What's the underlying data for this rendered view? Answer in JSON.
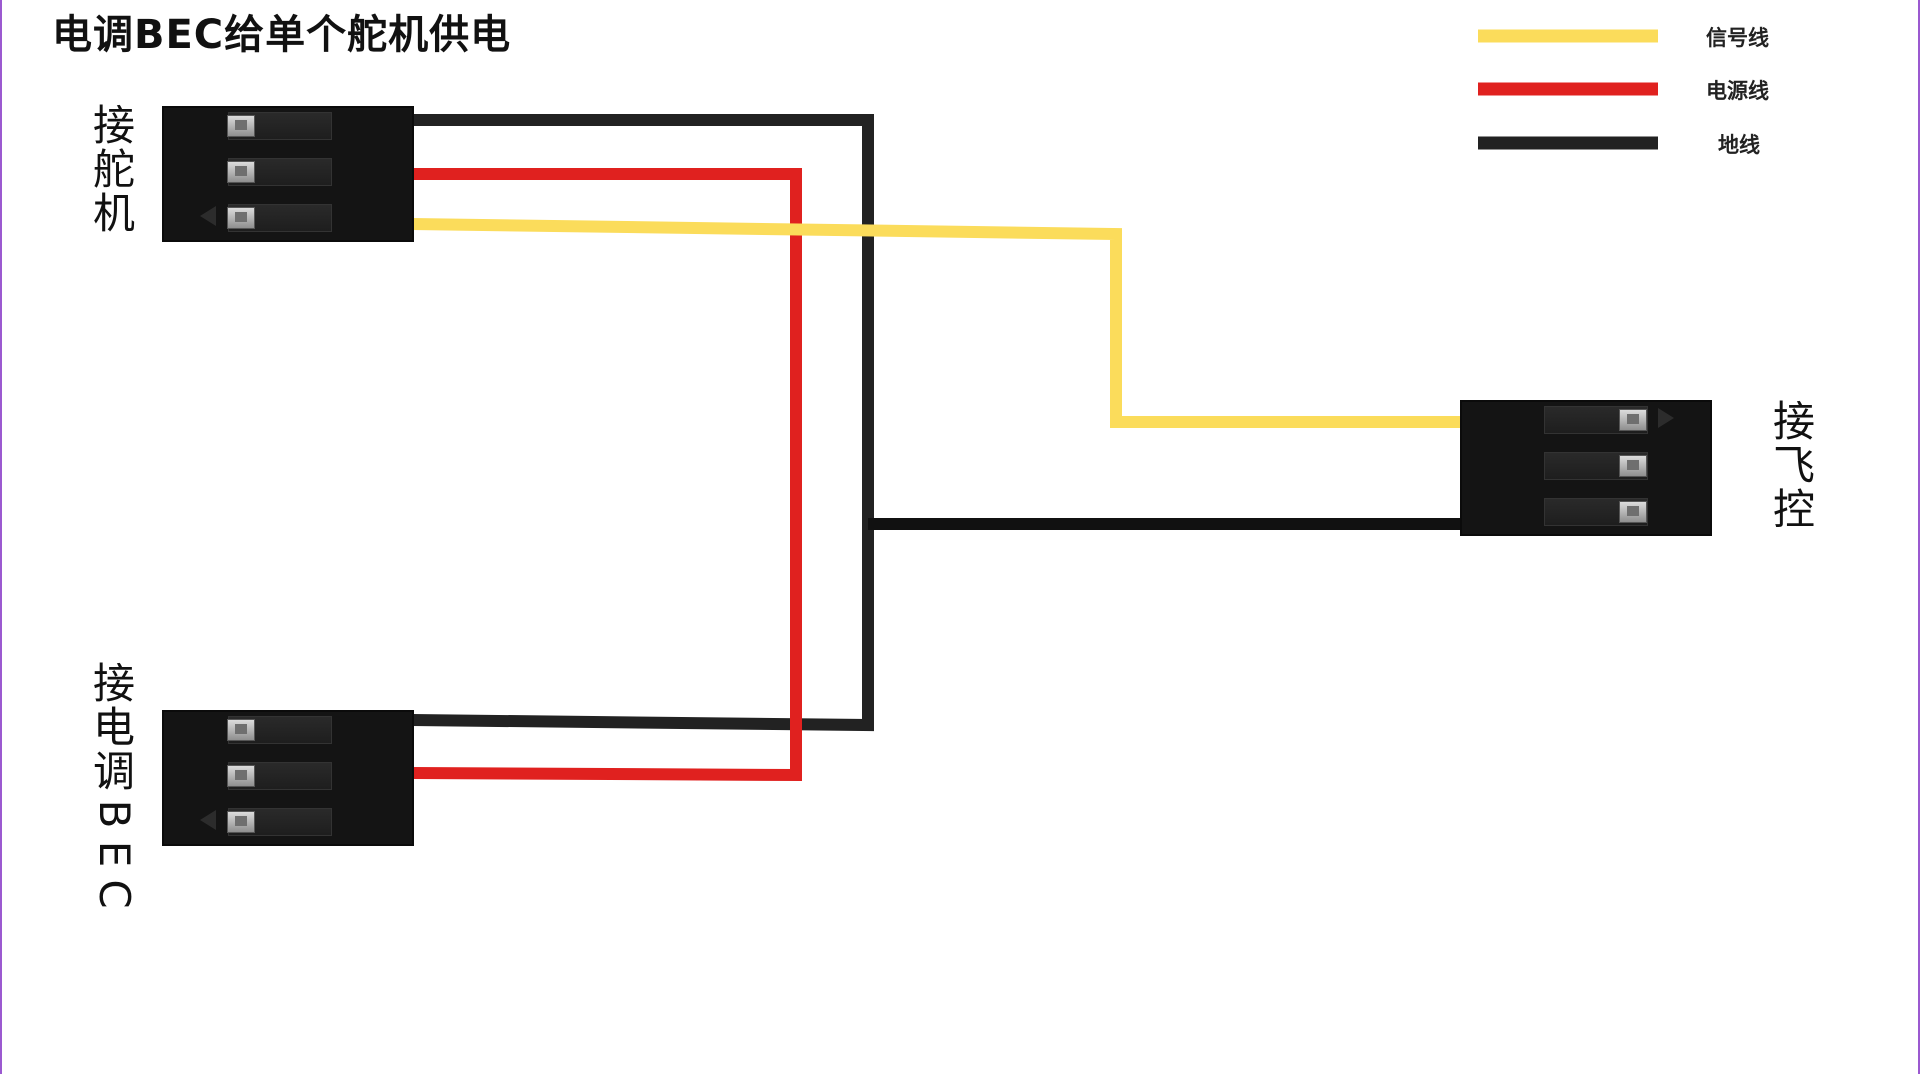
{
  "title": "电调BEC给单个舵机供电",
  "connectors": {
    "servo_label": [
      "接",
      "舵",
      "机"
    ],
    "bec_label": [
      "接",
      "电",
      "调",
      "B",
      "E",
      "C"
    ],
    "fc_label": [
      "接",
      "飞",
      "控"
    ]
  },
  "legend": [
    {
      "label": "信号线",
      "color": "#fbdc5b"
    },
    {
      "label": "电源线",
      "color": "#e0211f"
    },
    {
      "label": "地线",
      "color": "#222222"
    }
  ],
  "colors": {
    "signal": "#fbdc5b",
    "power": "#e0211f",
    "ground": "#222222",
    "border": "#9b59d0"
  }
}
